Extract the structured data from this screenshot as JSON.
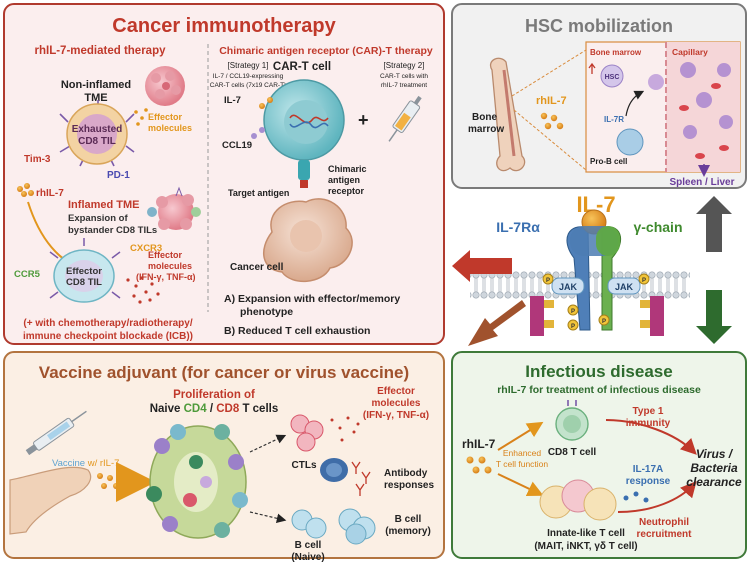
{
  "cancer": {
    "title": "Cancer immunotherapy",
    "left_heading": "rhIL-7-mediated therapy",
    "non_inflamed_line1": "Non-inflamed",
    "non_inflamed_line2": "TME",
    "effector_line1": "Effector",
    "effector_line2": "molecules",
    "exhausted_line1": "Exhausted",
    "exhausted_line2": "CD8 TIL",
    "tim3": "Tim-3",
    "pd1": "PD-1",
    "rhil7": "rhIL-7",
    "inflamed_tme": "Inflamed TME",
    "expansion_line1": "Expansion of",
    "expansion_line2": "bystander CD8 TILs",
    "cxcr3": "CXCR3",
    "ccr5": "CCR5",
    "effector_til_line1": "Effector",
    "effector_til_line2": "CD8 TIL",
    "effector2_line1": "Effector",
    "effector2_line2": "molecules",
    "effector2_line3": "(IFN-γ, TNF-α)",
    "combo_line1": "(+ with chemotherapy/radiotherapy/",
    "combo_line2": "immune checkpoint blockade (ICB))",
    "car_heading": "Chimaric antigen receptor (CAR)-T therapy",
    "strategy1_title": "[Strategy 1]",
    "strategy1_line1": "IL-7 / CCL19-expressing",
    "strategy1_line2": "CAR-T cells (7x19 CAR-T)",
    "car_t_cell": "CAR-T cell",
    "strategy2_title": "[Strategy 2]",
    "strategy2_line1": "CAR-T cells with",
    "strategy2_line2": "rhIL-7 treatment",
    "il7": "IL-7",
    "ccl19": "CCL19",
    "plus": "+",
    "car_line1": "Chimaric",
    "car_line2": "antigen",
    "car_line3": "receptor",
    "target_antigen": "Target antigen",
    "cancer_cell": "Cancer cell",
    "outcome_a1": "A) Expansion with effector/memory",
    "outcome_a2": "phenotype",
    "outcome_b": "B) Reduced T cell exhaustion"
  },
  "hsc": {
    "title": "HSC mobilization",
    "bone_marrow_line1": "Bone",
    "bone_marrow_line2": "marrow",
    "rhil7": "rhIL-7",
    "bone_marrow_label": "Bone marrow",
    "capillary": "Capillary",
    "hsc_cell": "HSC",
    "il7r": "IL-7R",
    "pro_b": "Pro-B cell",
    "spleen_liver": "Spleen / Liver"
  },
  "center": {
    "il7": "IL-7",
    "il7ra": "IL-7Rα",
    "gamma": "γ-chain",
    "jak_left": "JAK",
    "jak_right": "JAK",
    "p": "P"
  },
  "vaccine": {
    "title": "Vaccine adjuvant (for cancer or virus vaccine)",
    "prolif_line1": "Proliferation of",
    "naive": "Naive ",
    "cd4": "CD4",
    "slash": " / ",
    "cd8": "CD8",
    "t_cells": " T cells",
    "vaccine_label": "Vaccine",
    "with_il7": " w/ rIL-7",
    "effector_line1": "Effector",
    "effector_line2": "molecules",
    "effector_line3": "(IFN-γ, TNF-α)",
    "ctls": "CTLs",
    "antibody_line1": "Antibody",
    "antibody_line2": "responses",
    "bcell_naive_line1": "B cell",
    "bcell_naive_line2": "(Naive)",
    "bcell_mem_line1": "B cell",
    "bcell_mem_line2": "(memory)"
  },
  "infect": {
    "title": "Infectious disease",
    "subtitle": "rhIL-7 for treatment of infectious disease",
    "rhil7": "rhIL-7",
    "enhanced_line1": "Enhanced",
    "enhanced_line2": "T cell function",
    "cd8": "CD8 T cell",
    "type1_line1": "Type 1",
    "type1_line2": "immunity",
    "il17a_line1": "IL-17A",
    "il17a_line2": "response",
    "virus_line1": "Virus /",
    "virus_line2": "Bacteria",
    "virus_line3": "clearance",
    "neutro_line1": "Neutrophil",
    "neutro_line2": "recruitment",
    "innate_line1": "Innate-like T cell",
    "innate_line2": "(MAIT, iNKT, γδ T cell)"
  },
  "colors": {
    "cancer_red": "#c0392b",
    "hsc_gray": "#6d6d6d",
    "vaccine_brown": "#a0522d",
    "infect_green": "#2e6b2e",
    "il7_orange": "#e2961d"
  }
}
